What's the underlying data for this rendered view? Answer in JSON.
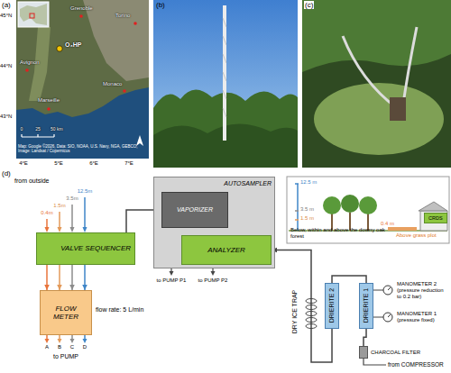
{
  "diagram": {
    "nodes": [
      {
        "text": [
          "VALVE SEQUENCER"
        ]
      },
      {
        "text": [
          "FLOW METER"
        ]
      },
      {
        "text": [
          "AUTOSAMPLER"
        ]
      },
      {
        "text": [
          "VAPORIZER"
        ],
        "in": 2
      },
      {
        "text": [
          "ANALYZER"
        ],
        "in": 2
      },
      {
        "text": [
          "Below, within and above the downy oak forest",
          "Above grass plot"
        ]
      },
      {
        "text": [
          "CRDS"
        ],
        "in": 5
      },
      {
        "text": [
          "DRIERITE 2"
        ]
      },
      {
        "text": [
          "DRIERITE 1"
        ]
      },
      {
        "text": [
          "CHARCOAL FILTER"
        ]
      }
    ],
    "edges": [
      {
        "from": 0,
        "to": 1,
        "arrow": "to"
      },
      {
        "from": 0,
        "to": 1,
        "arrow": "to"
      },
      {
        "from": 0,
        "to": 1,
        "arrow": "to"
      },
      {
        "from": 0,
        "to": 1,
        "arrow": "to"
      },
      {
        "from": 0,
        "to": 3,
        "arrow": "to"
      },
      {
        "from": 8,
        "to": 7,
        "arrow": "none"
      },
      {
        "from": 7,
        "to": 4,
        "arrow": "to"
      },
      {
        "from": 9,
        "to": 8,
        "arrow": "none"
      }
    ],
    "labels": [
      "(a)",
      "45°N",
      "44°N",
      "43°N",
      "4°E",
      "5°E",
      "6°E",
      "7°E",
      "Grenoble",
      "Torino",
      "Avignon",
      "O₃HP",
      "Marseille",
      "Monaco",
      "0",
      "25",
      "50 km",
      "Map: Google ©2026, Data: SIO, NOAA, U.S. Navy, NGA, GEBCO, Image: Landsat / Copernicus",
      "(b)",
      "(c)",
      "(d)",
      "from outside",
      "0.4m",
      "1.5m",
      "3.5m",
      "12.5m",
      "flow rate: 5 L/min",
      "A",
      "B",
      "C",
      "D",
      "to PUMP",
      "to PUMP P1",
      "to PUMP P2",
      "12.5 m",
      "3.5 m",
      "1.5 m",
      "0.4 m",
      "DRY ICE TRAP",
      "MANOMETER 2 (pressure reduction to 0.2 bar)",
      "MANOMETER 1 (pressure fixed)",
      "from COMPRESSOR"
    ]
  }
}
